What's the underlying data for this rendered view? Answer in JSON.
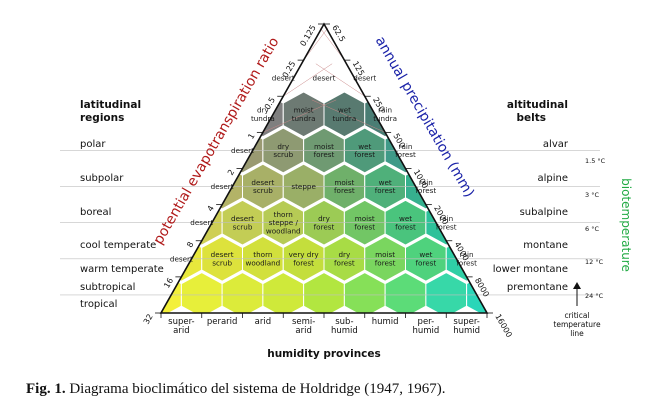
{
  "left_header": {
    "line1": "latitudinal",
    "line2": "regions"
  },
  "right_header": {
    "line1": "altitudinal",
    "line2": "belts"
  },
  "left_axis_title": "potential evapotranspiration ratio",
  "right_axis_title": "annual precipitation (mm)",
  "bottom_title": "humidity provinces",
  "biotemperature_label": "biotemperature",
  "critical_line_label": [
    "critical",
    "temperature",
    "line"
  ],
  "pet_ticks": [
    "0.125",
    "0.25",
    "0.5",
    "1",
    "2",
    "4",
    "8",
    "16",
    "32"
  ],
  "precip_ticks": [
    "62.5",
    "125",
    "250",
    "500",
    "1000",
    "2000",
    "4000",
    "8000",
    "16000"
  ],
  "latitudinal_regions": [
    "polar",
    "subpolar",
    "boreal",
    "cool temperate",
    "warm temperate",
    "subtropical",
    "tropical"
  ],
  "altitudinal_belts": [
    "alvar",
    "alpine",
    "subalpine",
    "montane",
    "lower montane",
    "premontane"
  ],
  "temperature_marks": [
    "1.5 °C",
    "3 °C",
    "6 °C",
    "12 °C",
    "24 °C"
  ],
  "humidity_provinces": [
    [
      "super-",
      "arid"
    ],
    [
      "perarid"
    ],
    [
      "arid"
    ],
    [
      "semi-",
      "arid"
    ],
    [
      "sub-",
      "humid"
    ],
    [
      "humid"
    ],
    [
      "per-",
      "humid"
    ],
    [
      "super-",
      "humid"
    ]
  ],
  "life_zones": [
    {
      "row": 1,
      "labels": [
        [
          "desert"
        ],
        [
          "desert"
        ],
        [
          "desert"
        ]
      ]
    },
    {
      "row": 2,
      "labels": [
        [
          "dry",
          "tundra"
        ],
        [
          "moist",
          "tundra"
        ],
        [
          "wet",
          "tundra"
        ],
        [
          "rain",
          "tundra"
        ]
      ]
    },
    {
      "row": 3,
      "labels": [
        [
          "desert"
        ],
        [
          "dry",
          "scrub"
        ],
        [
          "moist",
          "forest"
        ],
        [
          "wet",
          "forest"
        ],
        [
          "rain",
          "forest"
        ]
      ]
    },
    {
      "row": 4,
      "labels": [
        [
          "desert"
        ],
        [
          "desert",
          "scrub"
        ],
        [
          "steppe"
        ],
        [
          "moist",
          "forest"
        ],
        [
          "wet",
          "forest"
        ],
        [
          "rain",
          "forest"
        ]
      ]
    },
    {
      "row": 5,
      "labels": [
        [
          "desert"
        ],
        [
          "desert",
          "scrub"
        ],
        [
          "thorn",
          "steppe /",
          "woodland"
        ],
        [
          "dry",
          "forest"
        ],
        [
          "moist",
          "forest"
        ],
        [
          "wet",
          "forest"
        ],
        [
          "rain",
          "forest"
        ]
      ]
    },
    {
      "row": 6,
      "labels": [
        [
          "desert"
        ],
        [
          "desert",
          "scrub"
        ],
        [
          "thorn",
          "woodland"
        ],
        [
          "very dry",
          "forest"
        ],
        [
          "dry",
          "forest"
        ],
        [
          "moist",
          "forest"
        ],
        [
          "wet",
          "forest"
        ],
        [
          "rain",
          "forest"
        ]
      ]
    }
  ],
  "colors": {
    "outline": "#111111",
    "title_left": "#b01a1a",
    "title_right": "#1a22a8",
    "biotemperature": "#22aa44",
    "guide_lines": "#bfbfbf"
  },
  "caption": {
    "prefix": "Fig. 1.",
    "text": "Diagrama bioclimático del sistema de Holdridge (1947, 1967)."
  }
}
